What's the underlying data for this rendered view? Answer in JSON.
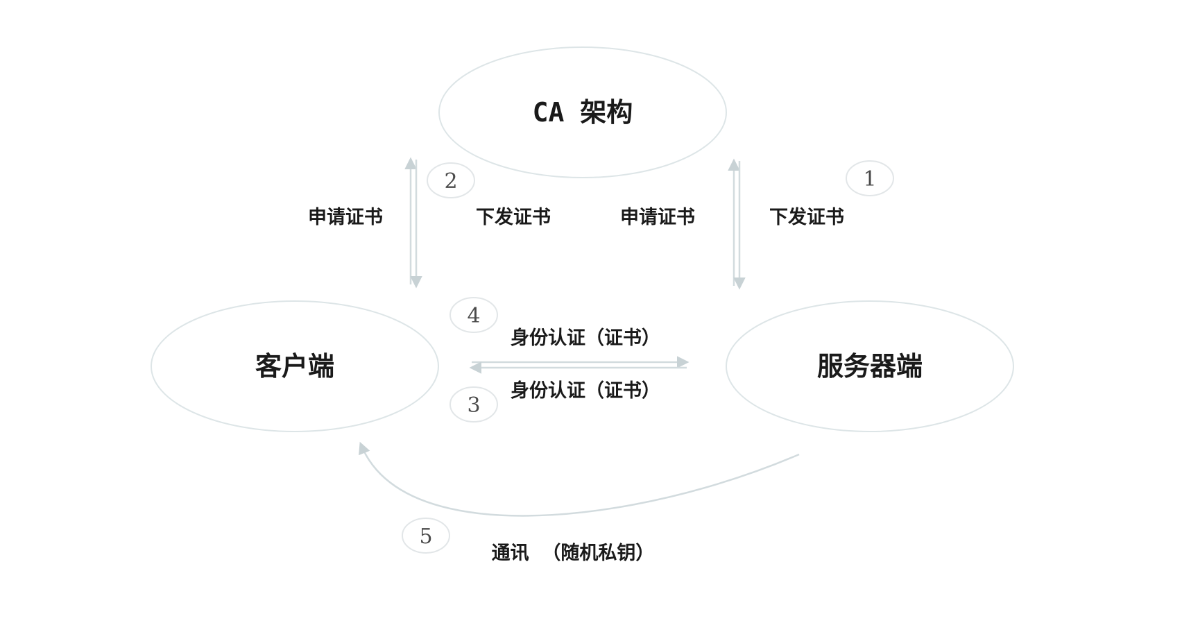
{
  "nodes": {
    "ca": "CA 架构",
    "client": "客户端",
    "server": "服务器端"
  },
  "steps": {
    "s1": "1",
    "s2": "2",
    "s3": "3",
    "s4": "4",
    "s5": "5"
  },
  "edges": {
    "client_apply": "申请证书",
    "client_issue": "下发证书",
    "server_apply": "申请证书",
    "server_issue": "下发证书",
    "auth_upper": "身份认证（证书）",
    "auth_lower": "身份认证（证书）",
    "comm": "通讯  （随机私钥）"
  },
  "colors": {
    "line": "#d2dbde",
    "node_stroke": "#dde5e7",
    "text": "#1a1a1a"
  }
}
